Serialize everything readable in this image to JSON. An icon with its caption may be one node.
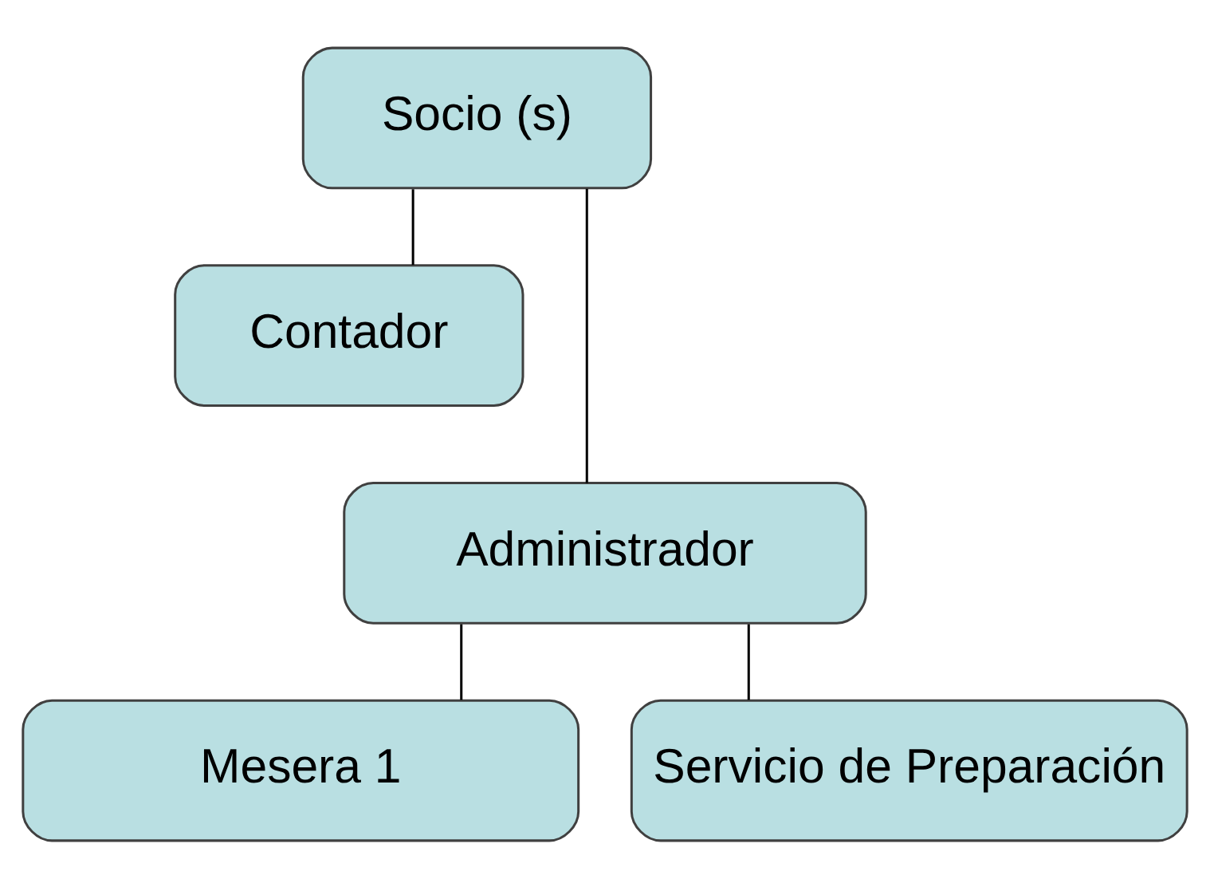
{
  "diagram": {
    "nodes": [
      {
        "text": [
          "Socio (s)"
        ]
      },
      {
        "text": [
          "Contador"
        ]
      },
      {
        "text": [
          "Administrador"
        ]
      },
      {
        "text": [
          "Mesera 1"
        ]
      },
      {
        "text": [
          "Servicio de Preparación"
        ]
      }
    ],
    "edges": [
      {
        "from": 0,
        "to": 1,
        "arrow": "none"
      },
      {
        "from": 0,
        "to": 2,
        "arrow": "none"
      },
      {
        "from": 2,
        "to": 3,
        "arrow": "none"
      },
      {
        "from": 2,
        "to": 4,
        "arrow": "none"
      }
    ]
  }
}
